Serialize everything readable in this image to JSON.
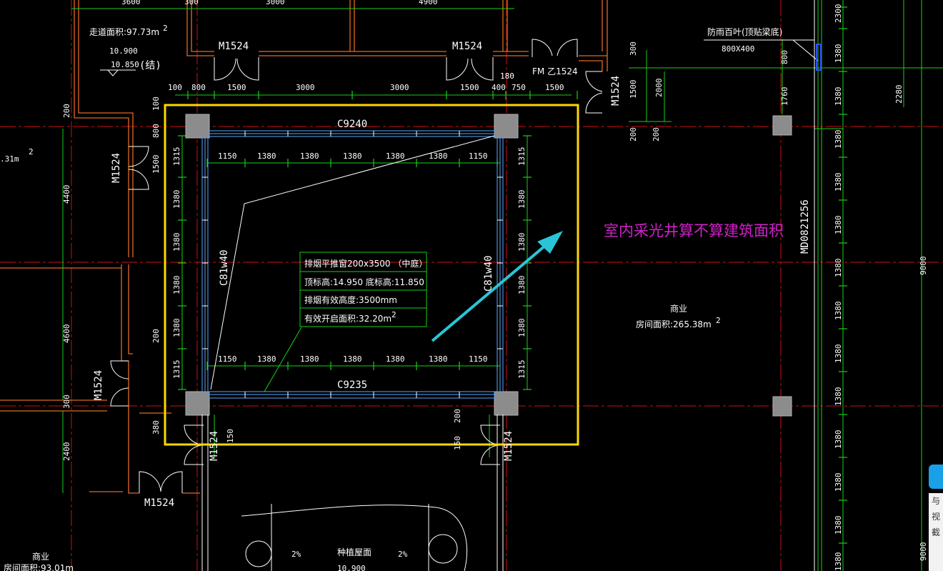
{
  "annotation": {
    "text": "室内采光井算不算建筑面积",
    "color": "#d020c8",
    "arrow_color": "#29c5d6"
  },
  "highlight": {
    "color": "#ffd700"
  },
  "windows": {
    "top": "C9240",
    "bottom": "C9235",
    "left": "C81w40",
    "right": "C81w40"
  },
  "doors": {
    "m1524": "M1524",
    "fm": "FM 乙1524",
    "md": "MD0821256"
  },
  "smoke_table": {
    "row1": "排烟平推窗200x3500  （中庭）",
    "row2": "顶标高:14.950   底标高:11.850",
    "row3": "排烟有效高度:3500mm",
    "row4": "有效开启面积:32.20m",
    "row4_sup": "2"
  },
  "rooms": {
    "corridor": "走道面积:97.73m",
    "corridor_sup": "2",
    "corridor_level1": "10.900",
    "corridor_level2": "10.850",
    "corridor_note": "(结)",
    "left_area": ".31m",
    "commercial": "商业",
    "commercial_area": "房间面积:265.38m",
    "commercial_sup": "2",
    "bottom_commercial": "商业",
    "bottom_area": "房间面积:93.01m",
    "planted_roof": "种植屋面",
    "slope": "2%",
    "bottom_level": "10.900"
  },
  "louver": {
    "label": "防雨百叶(顶贴梁底)",
    "size": "800X400"
  },
  "dims": {
    "top_row": [
      "3600",
      "300",
      "3000",
      "4900"
    ],
    "door_row": [
      "100",
      "800",
      "1500",
      "3000",
      "3000",
      "1500",
      "400",
      "750",
      "1500"
    ],
    "inner_top": [
      "1150",
      "1380",
      "1380",
      "1380",
      "1380",
      "1380",
      "1150"
    ],
    "inner_bottom": [
      "1150",
      "1380",
      "1380",
      "1380",
      "1380",
      "1380",
      "1150"
    ],
    "left_vert": [
      "1315",
      "1380",
      "1380",
      "1380",
      "1380",
      "1315"
    ],
    "right_vert": [
      "1315",
      "1380",
      "1380",
      "1380",
      "1380",
      "1315"
    ],
    "right_col": [
      "2300",
      "1380",
      "1380",
      "1380",
      "1380",
      "1380",
      "1380",
      "1380",
      "1380",
      "1380",
      "1380",
      "1380",
      "1380",
      "1380"
    ],
    "far_right": [
      "2280",
      "9000",
      "9000"
    ],
    "door_vert": [
      "300",
      "1500",
      "200",
      "200",
      "2000",
      "1760",
      "800"
    ],
    "misc": [
      "4400",
      "4600",
      "2400",
      "200",
      "800",
      "100",
      "380",
      "300",
      "180",
      "1500",
      "200",
      "150",
      "150",
      "200"
    ]
  },
  "side_panel": {
    "chars": [
      "与",
      "视",
      "截"
    ]
  }
}
